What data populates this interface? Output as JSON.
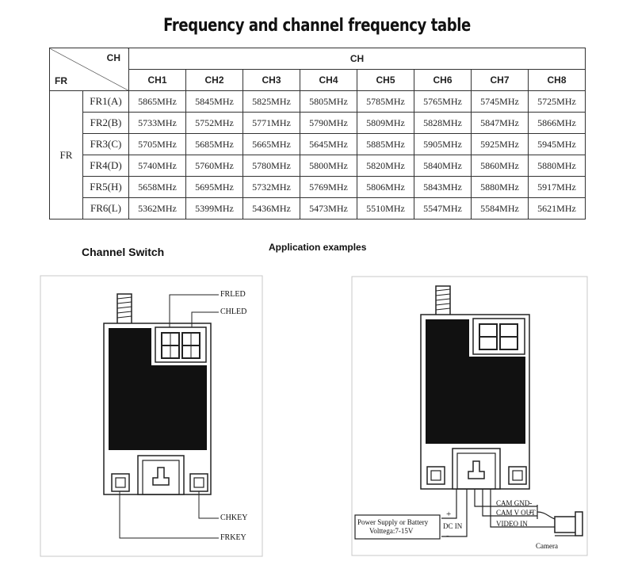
{
  "title": "Frequency and channel frequency table",
  "table": {
    "corner_ch": "CH",
    "corner_fr": "FR",
    "ch_group": "CH",
    "fr_group": "FR",
    "columns": [
      "CH1",
      "CH2",
      "CH3",
      "CH4",
      "CH5",
      "CH6",
      "CH7",
      "CH8"
    ],
    "rows": [
      {
        "label": "FR1(A)",
        "values": [
          "5865MHz",
          "5845MHz",
          "5825MHz",
          "5805MHz",
          "5785MHz",
          "5765MHz",
          "5745MHz",
          "5725MHz"
        ]
      },
      {
        "label": "FR2(B)",
        "values": [
          "5733MHz",
          "5752MHz",
          "5771MHz",
          "5790MHz",
          "5809MHz",
          "5828MHz",
          "5847MHz",
          "5866MHz"
        ]
      },
      {
        "label": "FR3(C)",
        "values": [
          "5705MHz",
          "5685MHz",
          "5665MHz",
          "5645MHz",
          "5885MHz",
          "5905MHz",
          "5925MHz",
          "5945MHz"
        ]
      },
      {
        "label": "FR4(D)",
        "values": [
          "5740MHz",
          "5760MHz",
          "5780MHz",
          "5800MHz",
          "5820MHz",
          "5840MHz",
          "5860MHz",
          "5880MHz"
        ]
      },
      {
        "label": "FR5(H)",
        "values": [
          "5658MHz",
          "5695MHz",
          "5732MHz",
          "5769MHz",
          "5806MHz",
          "5843MHz",
          "5880MHz",
          "5917MHz"
        ]
      },
      {
        "label": "FR6(L)",
        "values": [
          "5362MHz",
          "5399MHz",
          "5436MHz",
          "5473MHz",
          "5510MHz",
          "5547MHz",
          "5584MHz",
          "5621MHz"
        ]
      }
    ]
  },
  "channel_switch": {
    "heading": "Channel Switch",
    "frled": "FRLED",
    "chled": "CHLED",
    "chkey": "CHKEY",
    "frkey": "FRKEY"
  },
  "application": {
    "heading": "Application examples",
    "power_line1": "Power Supply or Battery",
    "power_line2": "Volttega:7-15V",
    "dc_in": "DC IN",
    "plus": "+",
    "minus": "-",
    "cam_gnd": "CAM GND",
    "cam_v_out": "CAM V OUT",
    "video_in": "VIDEO IN",
    "camera": "Camera"
  }
}
